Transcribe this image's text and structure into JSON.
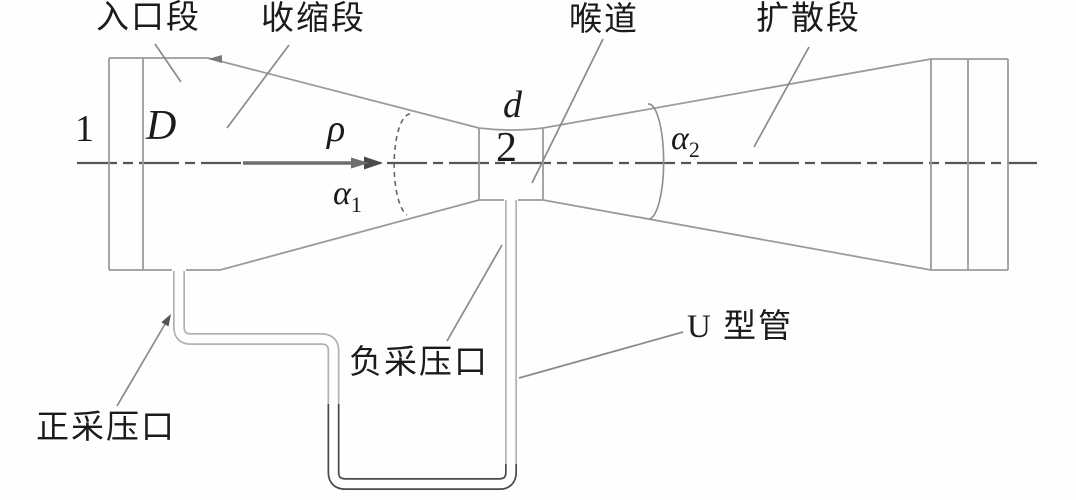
{
  "figure": {
    "type": "venturi-flowmeter-schematic",
    "section_labels": {
      "inlet": "入口段",
      "contraction": "收缩段",
      "throat": "喉道",
      "diffuser": "扩散段"
    },
    "component_labels": {
      "positive_tap": "正采压口",
      "negative_tap": "负采压口",
      "u_tube": "U 型管"
    },
    "symbols": {
      "station_1": "1",
      "inlet_diameter": "D",
      "density": "ρ",
      "alpha_1": {
        "base": "α",
        "sub": "1"
      },
      "throat_diameter": "d",
      "station_2": "2",
      "alpha_2": {
        "base": "α",
        "sub": "2"
      }
    },
    "colors": {
      "background": "#ffffff",
      "outline_gray": "#9b9b9b",
      "centerline_gray": "#565656",
      "leader_gray": "#8a8a8a",
      "manometer_liquid": "#4a4a4a",
      "text": "#1b1b1b"
    }
  }
}
